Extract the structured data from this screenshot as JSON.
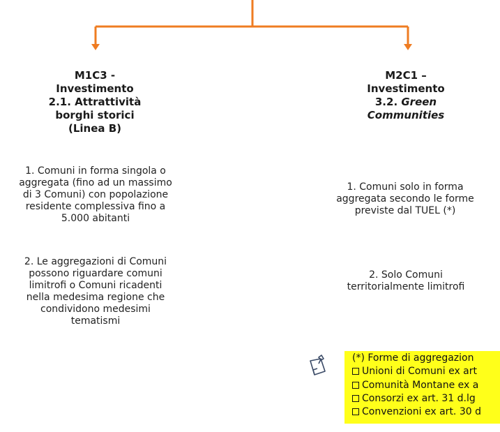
{
  "colors": {
    "connector": "#ef7c22",
    "highlight": "#ffff1a"
  },
  "left": {
    "title_lines": [
      "M1C3 -",
      "Investimento",
      "2.1. Attrattività",
      "borghi storici",
      "(Linea B)"
    ],
    "para1": "1. Comuni in forma singola o aggregata (fino ad un massimo di 3 Comuni) con popolazione residente complessiva fino a 5.000 abitanti",
    "para2": "2. Le aggregazioni di Comuni possono riguardare comuni limitrofi o Comuni ricadenti nella medesima regione che condividono medesimi tematismi"
  },
  "right": {
    "title_line1": "M2C1 –",
    "title_line2": "Investimento",
    "title_line3_plain": "3.2. ",
    "title_line3_italic": "Green",
    "title_line4_italic": "Communities",
    "para1": "1. Comuni solo in forma aggregata secondo le forme previste dal TUEL (*)",
    "para2": "2. Solo Comuni territorialmente limitrofi"
  },
  "note": {
    "icon": "note-pin-icon",
    "heading": "(*) Forme di aggregazion",
    "items": [
      "Unioni di Comuni ex art",
      "Comunità Montane ex a",
      "Consorzi ex art. 31 d.lg",
      "Convenzioni ex art. 30 d"
    ]
  }
}
